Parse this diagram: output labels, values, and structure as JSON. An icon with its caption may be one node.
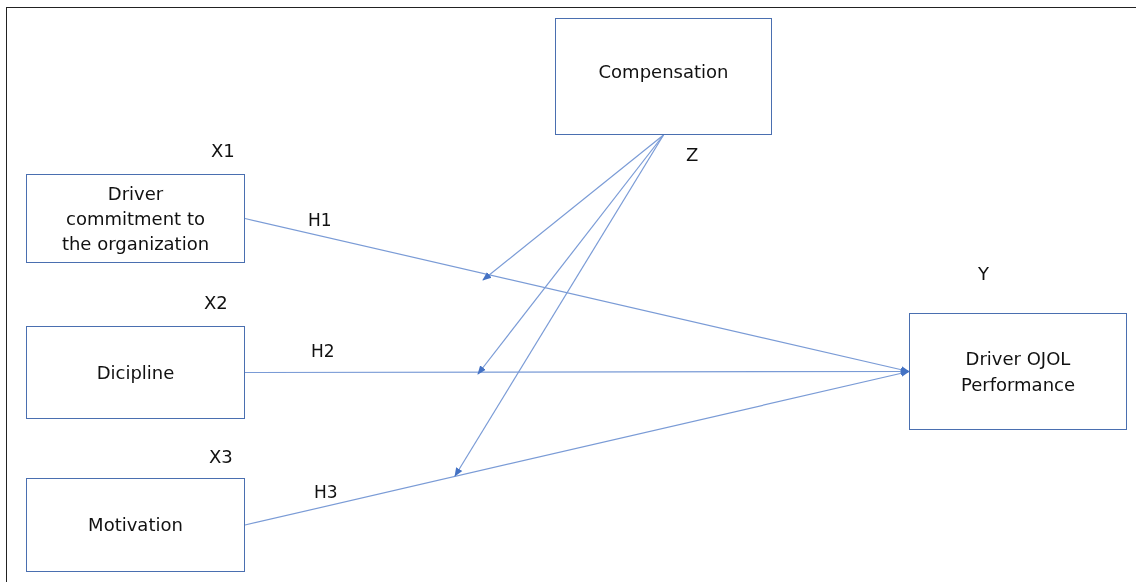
{
  "diagram": {
    "nodes": [
      {
        "text": [
          "Compensation"
        ],
        "beside": [
          "Z"
        ]
      },
      {
        "text": [
          "Driver commitment to the organization"
        ],
        "beside": [
          "X1"
        ]
      },
      {
        "text": [
          "Dicipline"
        ],
        "beside": [
          "X2"
        ]
      },
      {
        "text": [
          "Motivation"
        ],
        "beside": [
          "X3"
        ]
      },
      {
        "text": [
          "Driver OJOL Performance"
        ],
        "beside": [
          "Y"
        ]
      }
    ],
    "edges": [
      {
        "from": 1,
        "to": 4,
        "arrow": "to",
        "label": "H1"
      },
      {
        "from": 2,
        "to": 4,
        "arrow": "to",
        "label": "H2"
      },
      {
        "from": 3,
        "to": 4,
        "arrow": "to",
        "label": "H3"
      },
      {
        "from": 0,
        "to": null,
        "arrow": "to"
      },
      {
        "from": 0,
        "to": null,
        "arrow": "to"
      },
      {
        "from": 0,
        "to": null,
        "arrow": "to"
      }
    ]
  }
}
